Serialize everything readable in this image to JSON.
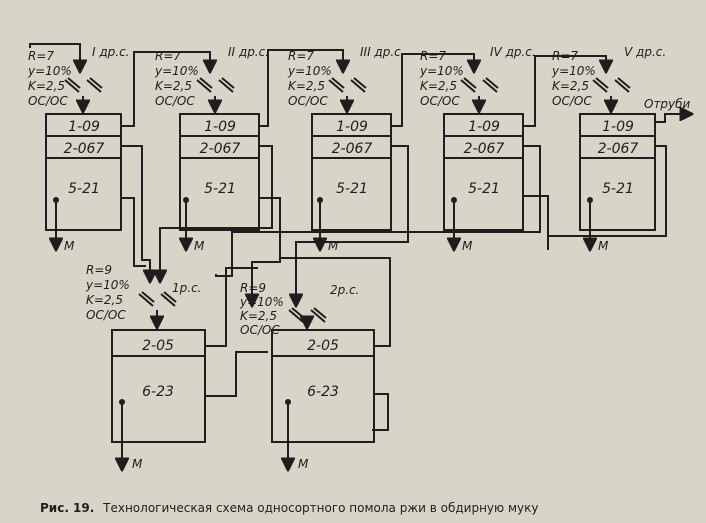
{
  "caption": {
    "prefix": "Рис. 19.",
    "text": "Технологическая схема односортного помола ржи в обдирную муку"
  },
  "breaking_systems": [
    {
      "name": "I др.с.",
      "params": [
        "R=7",
        "y=10%",
        "K=2,5",
        "ОС/ОС"
      ],
      "sieves": [
        "1-09",
        "2-067",
        "5-21"
      ],
      "product": "М"
    },
    {
      "name": "II др.с.",
      "params": [
        "R=7",
        "y=10%",
        "K=2,5",
        "ОС/ОС"
      ],
      "sieves": [
        "1-09",
        "2-067",
        "5-21"
      ],
      "product": "М"
    },
    {
      "name": "III др.с.",
      "params": [
        "R=7",
        "y=10%",
        "K=2,5",
        "ОС/ОС"
      ],
      "sieves": [
        "1-09",
        "2-067",
        "5-21"
      ],
      "product": "М"
    },
    {
      "name": "IV др.с.",
      "params": [
        "R=7",
        "y=10%",
        "K=2,5",
        "ОС/ОС"
      ],
      "sieves": [
        "1-09",
        "2-067",
        "5-21"
      ],
      "product": "М"
    },
    {
      "name": "V др.с.",
      "params": [
        "R=7",
        "y=10%",
        "K=2,5",
        "ОС/ОС"
      ],
      "sieves": [
        "1-09",
        "2-067",
        "5-21"
      ],
      "product": "М",
      "outlet": "Отруби"
    }
  ],
  "reduction_systems": [
    {
      "name": "1р.с.",
      "params": [
        "R=9",
        "y=10%",
        "K=2,5",
        "ОС/ОС"
      ],
      "sieves": [
        "2-05",
        "6-23"
      ],
      "product": "М"
    },
    {
      "name": "2р.с.",
      "params": [
        "R=9",
        "y=10%",
        "K=2,5",
        "ОС/ОС"
      ],
      "sieves": [
        "2-05",
        "6-23"
      ],
      "product": "М"
    }
  ]
}
